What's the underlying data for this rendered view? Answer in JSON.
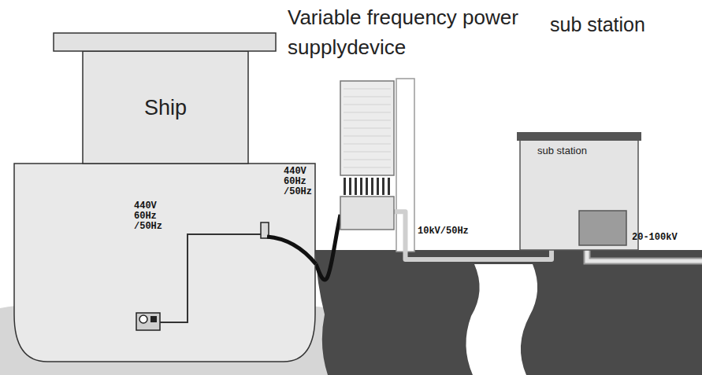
{
  "diagram": {
    "nodes": [
      {
        "text": [
          "Ship"
        ]
      },
      {
        "text": [
          "Variable frequency power supplydevice"
        ]
      },
      {
        "text": [
          "sub station",
          "sub station"
        ]
      }
    ],
    "edges": [
      {
        "from": 0,
        "to": 1,
        "arrow": "none"
      },
      {
        "from": 1,
        "to": 2,
        "arrow": "none"
      }
    ],
    "labels": [
      "440V 60Hz /50Hz",
      "440V 60Hz /50Hz",
      "10kV/50Hz",
      "20-100kV"
    ]
  }
}
